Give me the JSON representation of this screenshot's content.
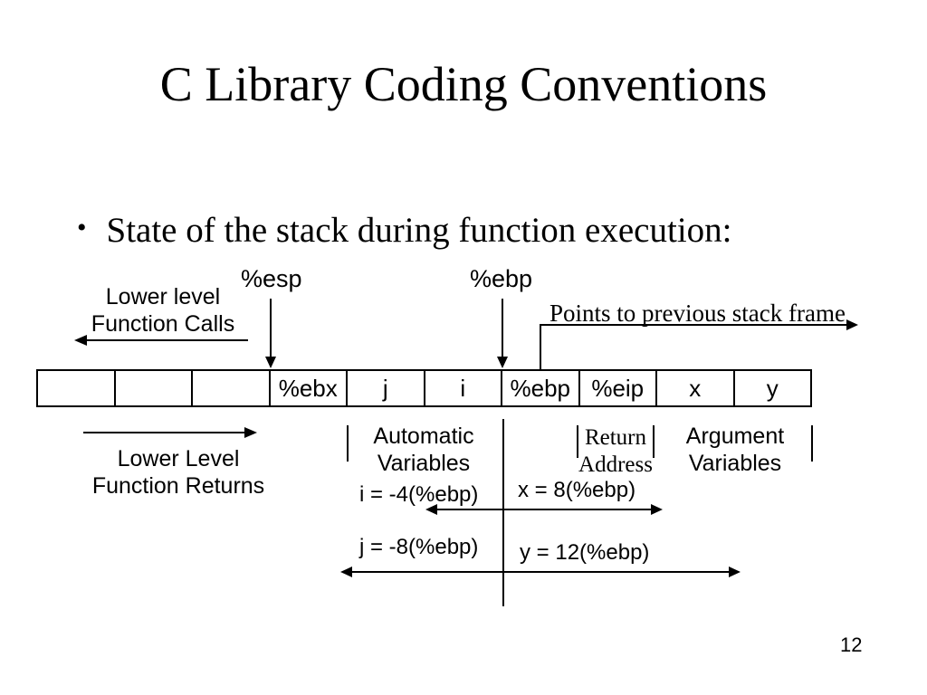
{
  "slide": {
    "title": "C Library Coding Conventions",
    "bullet_glyph": "•",
    "bullet_text": "State of the stack during function execution:",
    "page_number": "12"
  },
  "colors": {
    "background": "#ffffff",
    "foreground": "#000000"
  },
  "diagram": {
    "esp_label": "%esp",
    "ebp_label": "%ebp",
    "lower_level_calls_line1": "Lower level",
    "lower_level_calls_line2": "Function Calls",
    "points_to_previous_label": "Points to previous stack frame",
    "stack_cells": [
      "",
      "",
      "",
      "%ebx",
      "j",
      "i",
      "%ebp",
      "%eip",
      "x",
      "y"
    ],
    "lower_level_returns_line1": "Lower Level",
    "lower_level_returns_line2": "Function Returns",
    "automatic_line1": "Automatic",
    "automatic_line2": "Variables",
    "return_line1": "Return",
    "return_line2": "Address",
    "argument_line1": "Argument",
    "argument_line2": "Variables",
    "i_offset": "i = -4(%ebp)",
    "x_offset": "x = 8(%ebp)",
    "j_offset": "j = -8(%ebp)",
    "y_offset": "y = 12(%ebp)"
  }
}
